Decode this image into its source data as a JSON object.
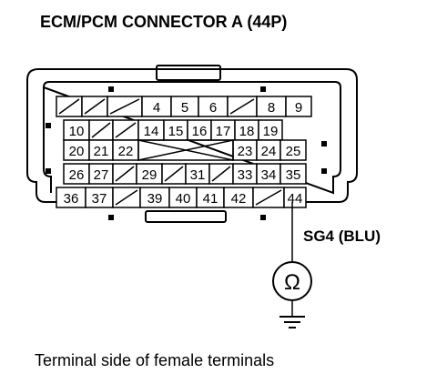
{
  "title": "ECM/PCM CONNECTOR A (44P)",
  "caption": "Terminal side of female terminals",
  "probe_label": "SG4 (BLU)",
  "meter_symbol": "Ω",
  "probe_pin": "44",
  "empty_marker": "diagonal-slash",
  "ground_icon": "ground-symbol",
  "meter_icon": "ohmmeter-symbol",
  "rows": [
    [
      "",
      "",
      "",
      "4",
      "5",
      "6",
      "",
      "8",
      "9"
    ],
    [
      "10",
      "",
      "",
      "14",
      "15",
      "16",
      "17",
      "18",
      "19"
    ],
    [
      "20",
      "21",
      "22",
      "23",
      "24",
      "25"
    ],
    [
      "26",
      "27",
      "",
      "29",
      "",
      "31",
      "",
      "33",
      "34",
      "35"
    ],
    [
      "36",
      "37",
      "",
      "39",
      "40",
      "41",
      "42",
      "",
      "44"
    ]
  ]
}
